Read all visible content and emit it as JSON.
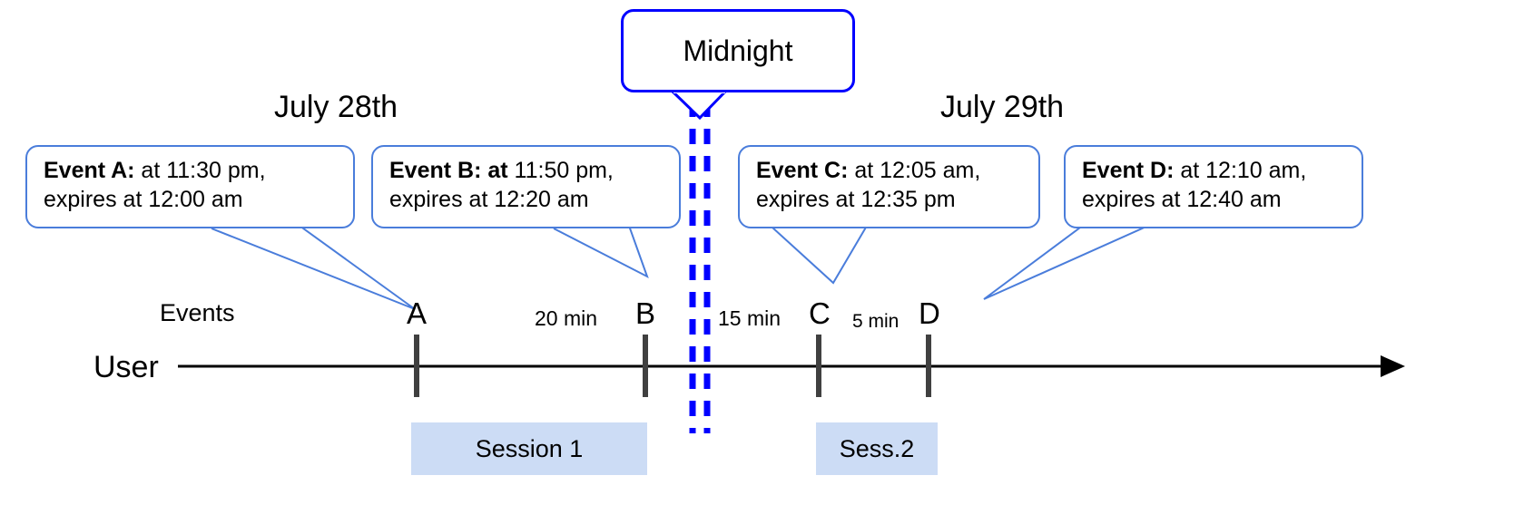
{
  "diagram": {
    "title_callout": {
      "label": "Midnight"
    },
    "dates": [
      {
        "label": "July 28th"
      },
      {
        "label": "July 29th"
      }
    ],
    "axis": {
      "row_label": "User",
      "events_row_label": "Events"
    },
    "event_callouts": [
      {
        "id": "A",
        "bold": "Event A:",
        "line1_rest": " at 11:30 pm,",
        "line2": "expires at 12:00 am"
      },
      {
        "id": "B",
        "bold": "Event B: at",
        "line1_rest": " 11:50 pm,",
        "line2": "expires at 12:20 am"
      },
      {
        "id": "C",
        "bold": "Event C:",
        "line1_rest": " at 12:05 am,",
        "line2": "expires at 12:35 pm"
      },
      {
        "id": "D",
        "bold": "Event D:",
        "line1_rest": "  at 12:10 am,",
        "line2": "expires at 12:40 am"
      }
    ],
    "markers": [
      {
        "label": "A"
      },
      {
        "label": "B"
      },
      {
        "label": "C"
      },
      {
        "label": "D"
      }
    ],
    "durations": [
      {
        "label": "20 min"
      },
      {
        "label": "15 min"
      },
      {
        "label": "5 min"
      }
    ],
    "sessions": [
      {
        "label": "Session 1"
      },
      {
        "label": "Sess.2"
      }
    ],
    "colors": {
      "callout_border": "#4a7ddb",
      "midnight_border": "#0000ff",
      "midnight_line": "#0000ff",
      "session_fill": "#ccdcf5",
      "axis": "#000000",
      "tick": "#404040"
    }
  }
}
